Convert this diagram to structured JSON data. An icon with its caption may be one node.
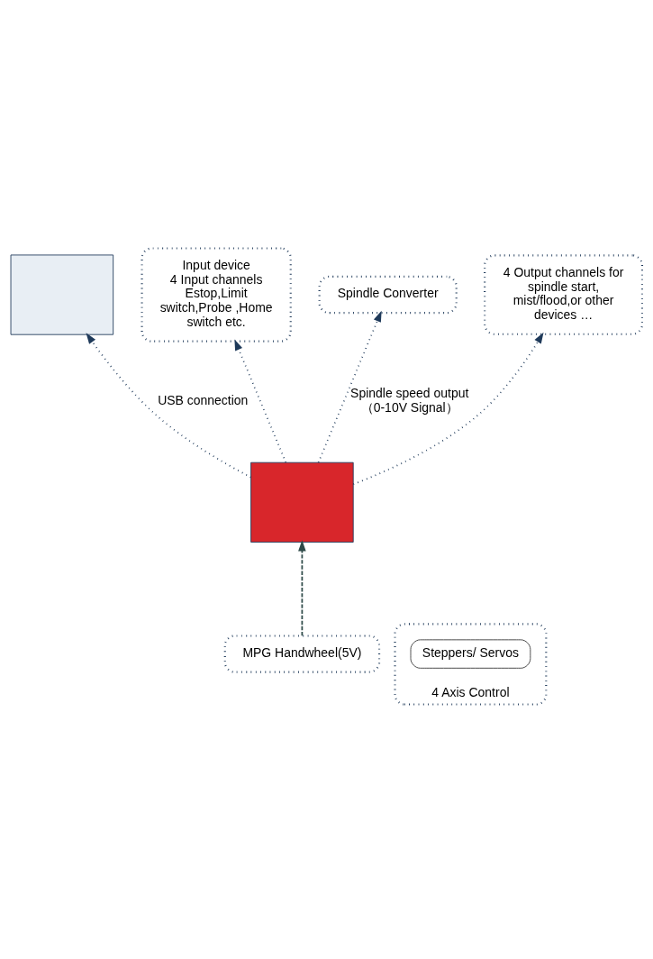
{
  "diagram": {
    "nodes": [
      {
        "text": [],
        "shape": "box"
      },
      {
        "text": [
          "Input device",
          "4 Input channels Estop,Limit switch,Probe ,Home switch etc."
        ]
      },
      {
        "text": [
          "Spindle Converter"
        ]
      },
      {
        "text": [
          "4 Output channels for spindle start, mist/flood,or other devices …"
        ]
      },
      {
        "text": [],
        "shape": "box"
      },
      {
        "text": [
          "4 Axis Control"
        ]
      },
      {
        "text": [
          "MPG Handwheel(5V)"
        ]
      },
      {
        "text": [
          "Steppers/ Servos"
        ],
        "in": 5
      }
    ],
    "edges": [
      {
        "from": 4,
        "to": 0,
        "arrow": "to",
        "label": "USB connection"
      },
      {
        "from": 4,
        "to": 3,
        "arrow": "to"
      },
      {
        "from": 4,
        "to": 1,
        "arrow": "to"
      },
      {
        "from": 4,
        "to": 2,
        "arrow": "to",
        "label": "Spindle speed output （0-10V Signal）"
      },
      {
        "from": 6,
        "to": 4,
        "arrow": "to",
        "style": "dashed",
        "color": "#2e4a48"
      }
    ]
  }
}
